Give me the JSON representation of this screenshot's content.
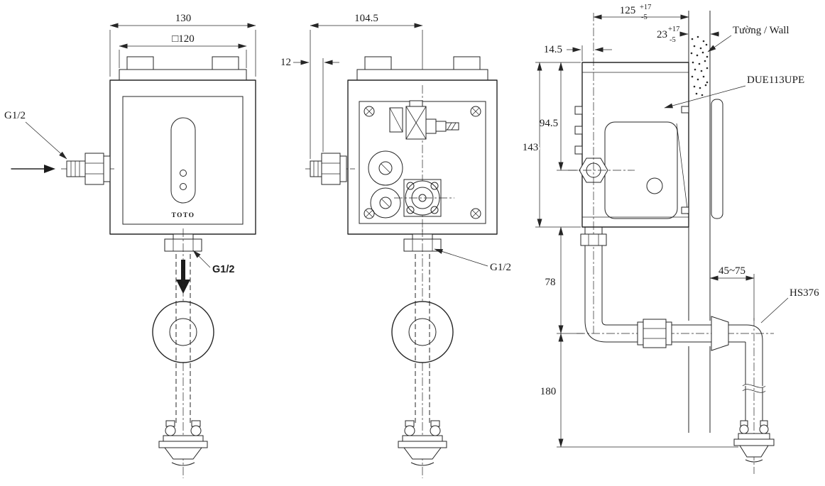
{
  "front": {
    "dim_width": "130",
    "dim_plate": "□120",
    "inlet_label": "G1/2",
    "outlet_label": "G1/2",
    "brand": "TOTO"
  },
  "middle": {
    "dim_width": "104.5",
    "dim_offset": "12",
    "outlet_label": "G1/2"
  },
  "side": {
    "dim_depth": "125",
    "dim_depth_tol_plus": "+17",
    "dim_depth_tol_minus": "-5",
    "dim_wall": "23",
    "dim_wall_tol_plus": "+17",
    "dim_wall_tol_minus": "-5",
    "dim_edge": "14.5",
    "dim_center": "94.5",
    "dim_height": "143",
    "dim_drop": "78",
    "dim_tail": "180",
    "dim_range": "45~75",
    "wall_label": "Tường / Wall",
    "model_label": "DUE113UPE",
    "part_label": "HS376"
  }
}
